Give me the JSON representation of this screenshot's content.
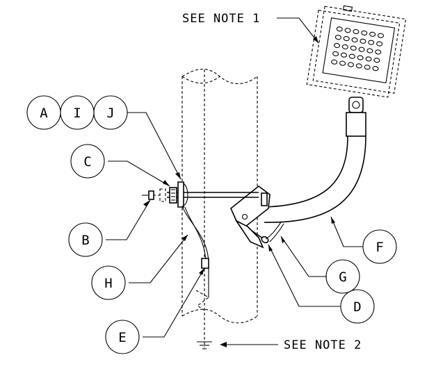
{
  "notes": {
    "note1": "SEE NOTE 1",
    "note2": "SEE NOTE 2"
  },
  "callouts": {
    "a": "A",
    "i": "I",
    "j": "J",
    "c": "C",
    "b": "B",
    "h": "H",
    "e": "E",
    "f": "F",
    "g": "G",
    "d": "D"
  }
}
